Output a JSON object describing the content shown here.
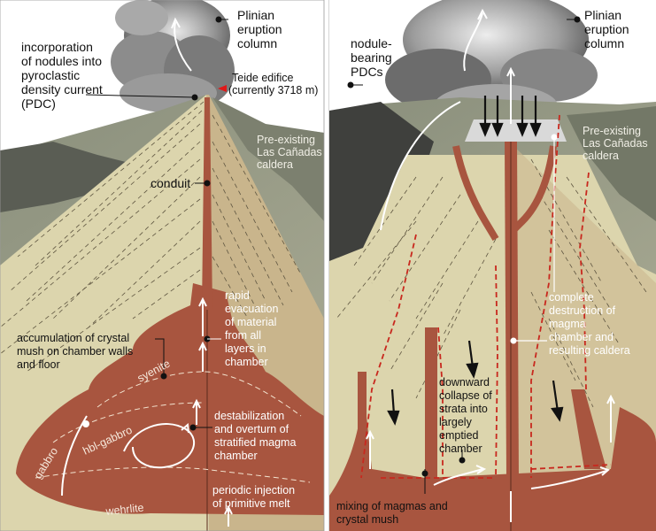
{
  "left_panel": {
    "plinian_title": [
      "Plinian",
      "eruption",
      "column"
    ],
    "incorporation_label": [
      "incorporation",
      "of nodules into",
      "pyroclastic",
      "density current",
      "(PDC)"
    ],
    "teide_label": [
      "Teide edifice",
      "(currently 3718 m)"
    ],
    "caldera_label": [
      "Pre-existing",
      "Las Cañadas",
      "caldera"
    ],
    "conduit_label": "conduit",
    "rapid_label": [
      "rapid",
      "evacuation",
      "of material",
      "from all",
      "layers in",
      "chamber"
    ],
    "accumulation_label": [
      "accumulation of crystal",
      "mush on chamber walls",
      "and floor"
    ],
    "destabilization_label": [
      "destabilization",
      "and overturn of",
      "stratified magma",
      "chamber"
    ],
    "periodic_label": [
      "periodic injection",
      "of primitive melt"
    ],
    "rock_labels": {
      "syenite": "syenite",
      "hbl_gabbro": "hbl-gabbro",
      "gabbro": "gabbro",
      "wehrlite": "wehrlite"
    }
  },
  "right_panel": {
    "plinian_title": [
      "Plinian",
      "eruption",
      "column"
    ],
    "nodule_label": [
      "nodule-",
      "bearing",
      "PDCs"
    ],
    "caldera_label": [
      "Pre-existing",
      "Las Cañadas",
      "caldera"
    ],
    "destruction_label": [
      "complete",
      "destruction of",
      "magma",
      "chamber and",
      "resulting caldera"
    ],
    "collapse_label": [
      "downward",
      "collapse of",
      "strata into",
      "largely",
      "emptied",
      "chamber"
    ],
    "mixing_label": [
      "mixing of magmas and",
      "crystal mush"
    ]
  },
  "colors": {
    "strata": "#ddd6b0",
    "magma": "#a8553f",
    "magma_dark": "#7e3b2a",
    "plume": "#6f6f6f",
    "arrow_red": "#e01818",
    "dashed_red": "#c8281e"
  }
}
